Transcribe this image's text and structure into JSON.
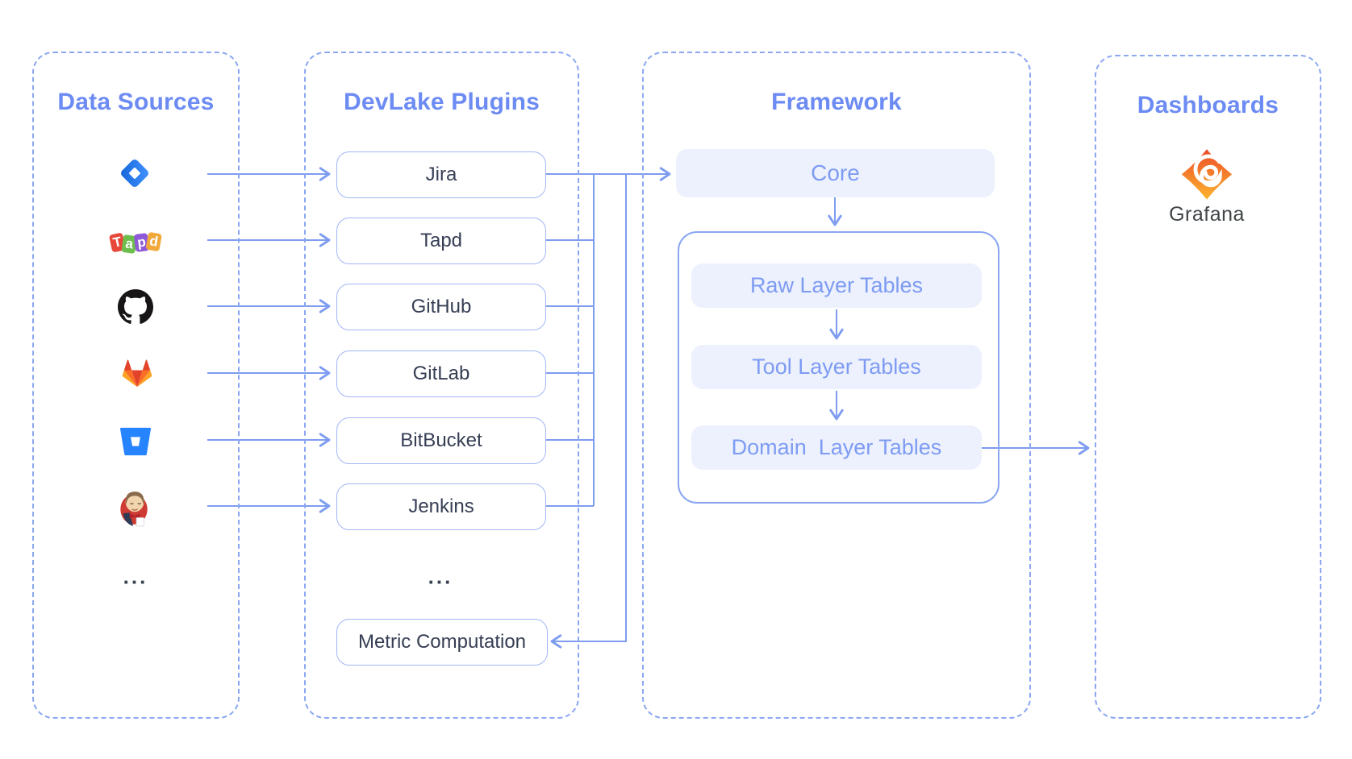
{
  "data_sources": {
    "title": "Data Sources",
    "items": [
      {
        "name": "Jira",
        "icon": "jira-icon"
      },
      {
        "name": "Tapd",
        "icon": "tapd-logo"
      },
      {
        "name": "GitHub",
        "icon": "github-icon"
      },
      {
        "name": "GitLab",
        "icon": "gitlab-icon"
      },
      {
        "name": "BitBucket",
        "icon": "bitbucket-icon"
      },
      {
        "name": "Jenkins",
        "icon": "jenkins-icon"
      }
    ],
    "ellipsis": "..."
  },
  "plugins": {
    "title": "DevLake Plugins",
    "boxes": [
      "Jira",
      "Tapd",
      "GitHub",
      "GitLab",
      "BitBucket",
      "Jenkins"
    ],
    "ellipsis": "...",
    "metric": "Metric Computation"
  },
  "framework": {
    "title": "Framework",
    "core": "Core",
    "layers": [
      "Raw Layer Tables",
      "Tool Layer Tables",
      "Domain  Layer Tables"
    ]
  },
  "dashboards": {
    "title": "Dashboards",
    "grafana_label": "Grafana"
  },
  "tapd_letters": [
    "T",
    "a",
    "p",
    "d"
  ],
  "colors": {
    "title_blue": "#6C8BF3",
    "connector_blue": "#7E9CF0",
    "dashed_border": "#8BA7F2",
    "box_border": "#A2B6F6",
    "light_fill": "#ECF1FD",
    "fill_text": "#7E9BF3",
    "box_text": "#363E54",
    "jira_blue": "#1868DB",
    "bitbucket_blue": "#2684FF",
    "gitlab_orange": "#FC6D26",
    "grafana_orange": "#ED4B28"
  }
}
